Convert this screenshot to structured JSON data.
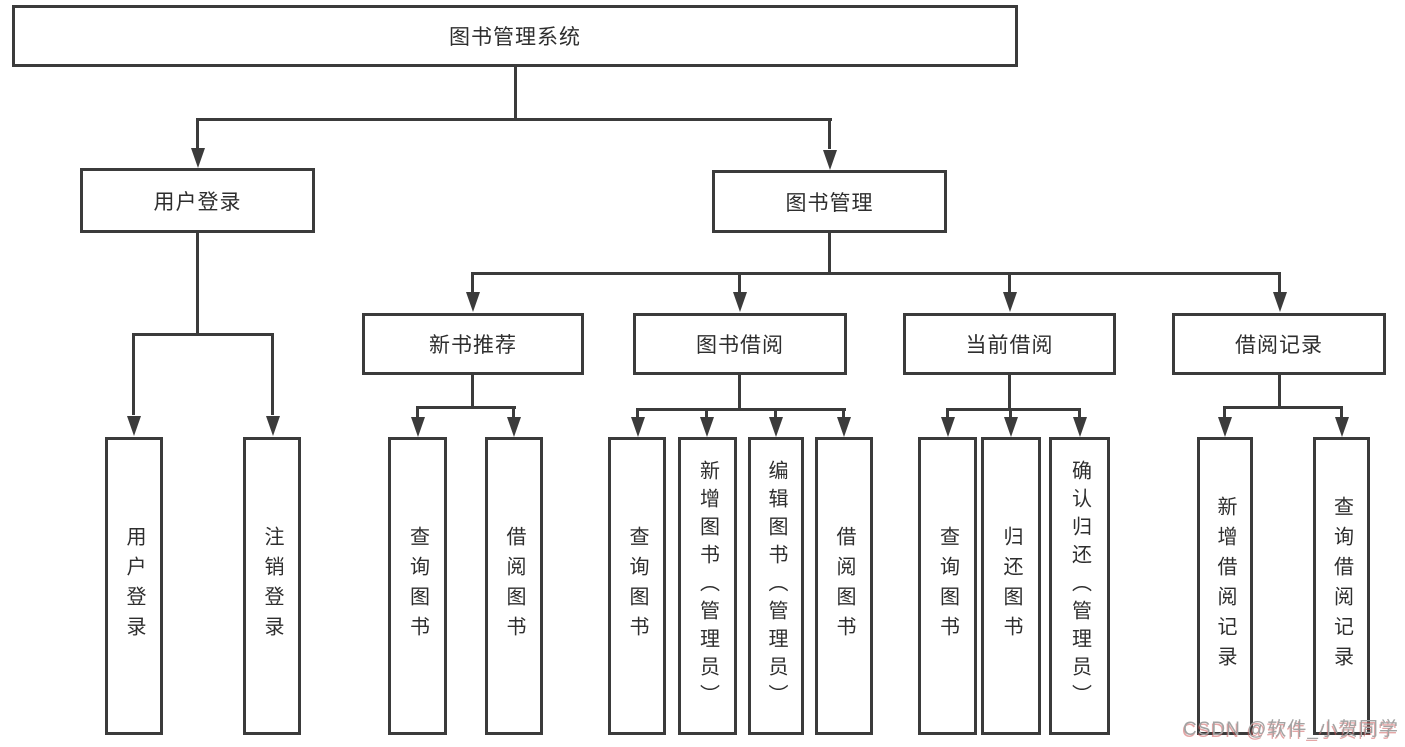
{
  "diagram_type": "hierarchy-tree",
  "tree": {
    "label": "图书管理系统",
    "children": [
      {
        "label": "用户登录",
        "children": [
          {
            "label": "用户登录"
          },
          {
            "label": "注销登录"
          }
        ]
      },
      {
        "label": "图书管理",
        "children": [
          {
            "label": "新书推荐",
            "children": [
              {
                "label": "查询图书"
              },
              {
                "label": "借阅图书"
              }
            ]
          },
          {
            "label": "图书借阅",
            "children": [
              {
                "label": "查询图书"
              },
              {
                "label": "新增图书（管理员）"
              },
              {
                "label": "编辑图书（管理员）"
              },
              {
                "label": "借阅图书"
              }
            ]
          },
          {
            "label": "当前借阅",
            "children": [
              {
                "label": "查询图书"
              },
              {
                "label": "归还图书"
              },
              {
                "label": "确认归还（管理员）"
              }
            ]
          },
          {
            "label": "借阅记录",
            "children": [
              {
                "label": "新增借阅记录"
              },
              {
                "label": "查询借阅记录"
              }
            ]
          }
        ]
      }
    ]
  },
  "watermark": {
    "text": "CSDN @软件_小贺同学"
  },
  "colors": {
    "line": "#3b3b3b",
    "text": "#2e2e2e",
    "background": "#ffffff",
    "watermark_gray": "#a3a3a3",
    "watermark_red": "#cd5c5c"
  }
}
